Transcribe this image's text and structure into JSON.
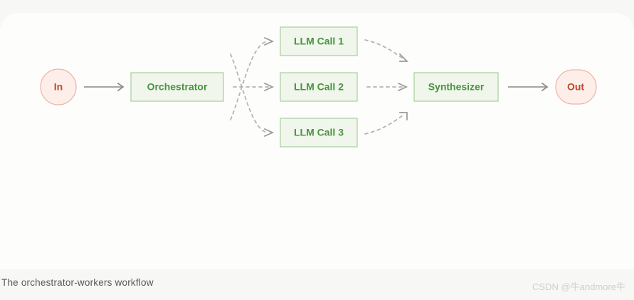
{
  "diagram": {
    "title": "The orchestrator-workers workflow",
    "nodes": {
      "input": {
        "label": "In",
        "shape": "circle",
        "fill": "#fdeeea",
        "stroke": "#f0b3a4",
        "text_color": "#c0482a"
      },
      "orchestrator": {
        "label": "Orchestrator",
        "shape": "rect",
        "fill": "#f0f6ec",
        "stroke": "#a9ce a0",
        "text_color": "#4a9340"
      },
      "worker1": {
        "label": "LLM Call 1",
        "shape": "rect",
        "fill": "#f0f6ec",
        "stroke": "#a9cea0",
        "text_color": "#4a9340"
      },
      "worker2": {
        "label": "LLM Call 2",
        "shape": "rect",
        "fill": "#f0f6ec",
        "stroke": "#a9cea0",
        "text_color": "#4a9340"
      },
      "worker3": {
        "label": "LLM Call 3",
        "shape": "rect",
        "fill": "#f0f6ec",
        "stroke": "#a9cea0",
        "text_color": "#4a9340"
      },
      "synthesizer": {
        "label": "Synthesizer",
        "shape": "rect",
        "fill": "#f0f6ec",
        "stroke": "#a9cea0",
        "text_color": "#4a9340"
      },
      "output": {
        "label": "Out",
        "shape": "stadium",
        "fill": "#fdeeea",
        "stroke": "#f0b3a4",
        "text_color": "#c0482a"
      }
    },
    "edges": [
      {
        "from": "input",
        "to": "orchestrator",
        "style": "solid"
      },
      {
        "from": "orchestrator",
        "to": "worker1",
        "style": "dashed"
      },
      {
        "from": "orchestrator",
        "to": "worker2",
        "style": "dashed"
      },
      {
        "from": "orchestrator",
        "to": "worker3",
        "style": "dashed"
      },
      {
        "from": "worker1",
        "to": "synthesizer",
        "style": "dashed"
      },
      {
        "from": "worker2",
        "to": "synthesizer",
        "style": "dashed"
      },
      {
        "from": "worker3",
        "to": "synthesizer",
        "style": "dashed"
      },
      {
        "from": "synthesizer",
        "to": "output",
        "style": "solid"
      }
    ]
  },
  "caption": {
    "text": "The orchestrator-workers workflow"
  },
  "watermark": {
    "text": "CSDN @牛andmore牛"
  }
}
